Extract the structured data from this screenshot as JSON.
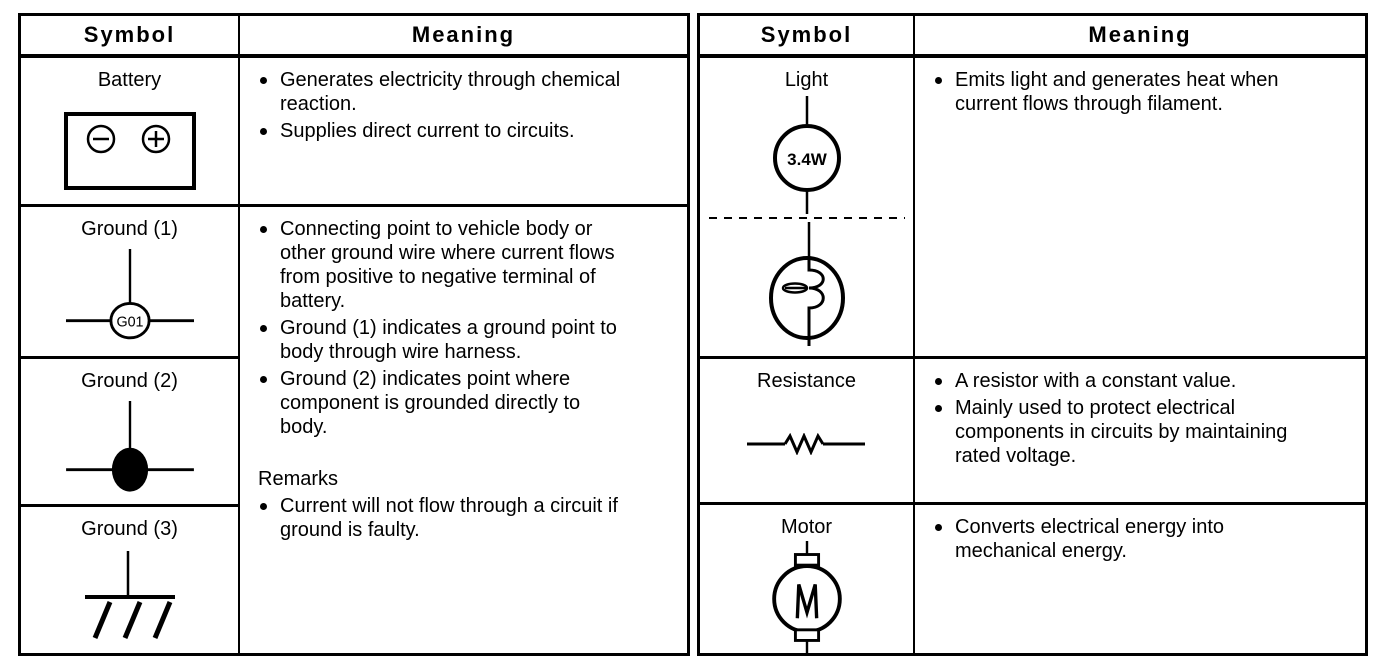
{
  "left_table": {
    "header": {
      "symbol": "Symbol",
      "meaning": "Meaning"
    },
    "battery_row": {
      "label": "Battery",
      "bullets": [
        "Generates electricity through chemical\nreaction.",
        "Supplies direct current to circuits."
      ]
    },
    "ground_rows": [
      {
        "label": "Ground (1)",
        "circle_text": "G01"
      },
      {
        "label": "Ground (2)"
      },
      {
        "label": "Ground (3)"
      }
    ],
    "ground_meaning": {
      "bullets": [
        "Connecting point to vehicle body or\nother ground wire where current flows\nfrom positive to negative terminal of\nbattery.",
        "Ground (1) indicates a ground point to\nbody through wire harness.",
        "Ground (2) indicates point where\ncomponent is grounded directly to\nbody."
      ],
      "remarks_heading": "Remarks",
      "remarks_bullets": [
        "Current will not flow through a circuit if\nground is faulty."
      ]
    }
  },
  "right_table": {
    "header": {
      "symbol": "Symbol",
      "meaning": "Meaning"
    },
    "rows": [
      {
        "label": "Light",
        "wattage": "3.4W",
        "bullets": [
          "Emits light and generates heat when\ncurrent flows through filament."
        ]
      },
      {
        "label": "Resistance",
        "bullets": [
          "A resistor with a constant value.",
          "Mainly used to protect electrical\ncomponents in circuits by maintaining\nrated voltage."
        ]
      },
      {
        "label": "Motor",
        "motor_letter": "M",
        "bullets": [
          "Converts electrical energy into\nmechanical energy."
        ]
      }
    ]
  },
  "colors": {
    "ink": "#000000",
    "paper": "#ffffff"
  }
}
